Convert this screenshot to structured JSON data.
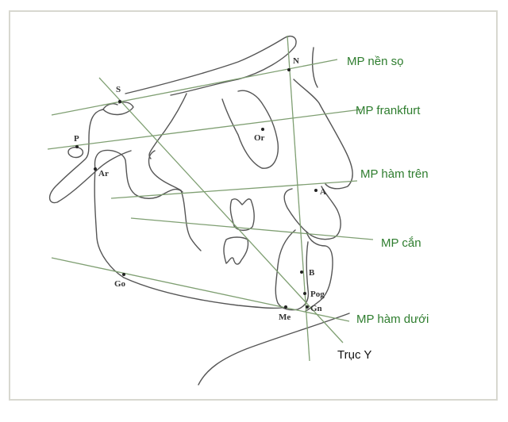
{
  "points": {
    "S": "S",
    "P": "P",
    "Ar": "Ar",
    "Or": "Or",
    "N": "N",
    "A": "A",
    "B": "B",
    "Pog": "Pog",
    "Gn": "Gn",
    "Me": "Me",
    "Go": "Go"
  },
  "planes": {
    "skull_base": "MP nền sọ",
    "frankfurt": "MP frankfurt",
    "upper_jaw": "MP hàm trên",
    "occlusal": "MP cắn",
    "lower_jaw": "MP hàm dưới",
    "y_axis": "Trục Y"
  },
  "colors": {
    "plane_line": "#7f9f72",
    "plane_label": "#2e7d2e",
    "outline": "#555555"
  }
}
